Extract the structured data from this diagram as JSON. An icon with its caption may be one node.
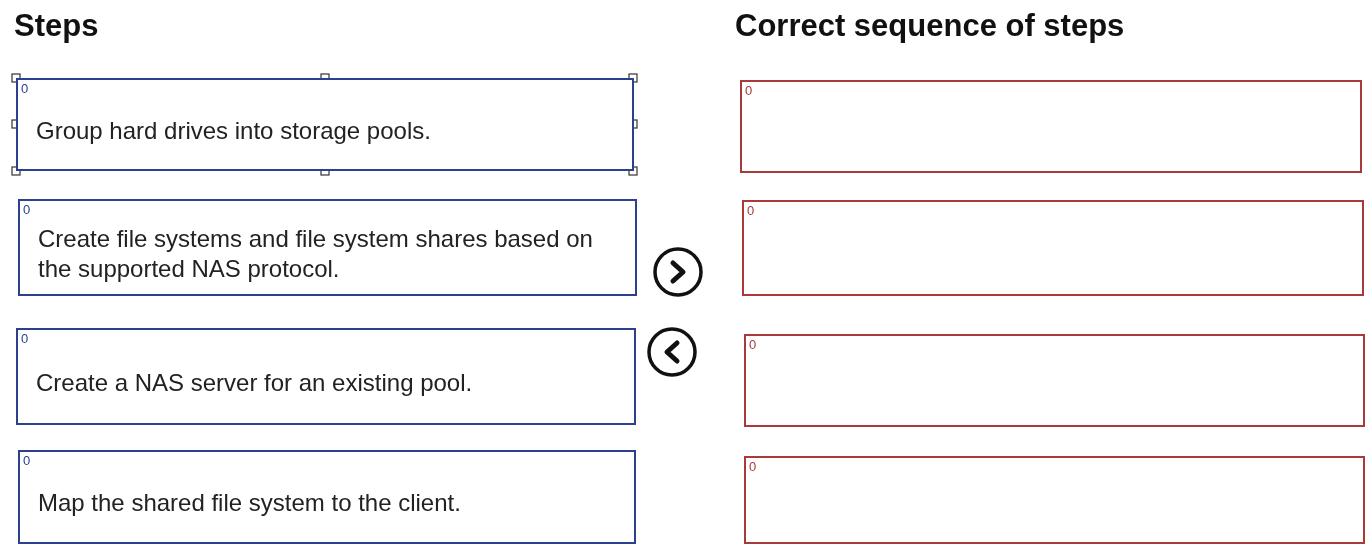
{
  "diagram": {
    "nodes": [
      {
        "text": [
          "0",
          "Group hard drives into storage pools."
        ]
      },
      {
        "text": [
          "0",
          "Create file systems and file system shares based on the supported NAS protocol."
        ]
      },
      {
        "text": [
          "0",
          "Create a NAS server for an existing pool."
        ]
      },
      {
        "text": [
          "0",
          "Map the shared file system to the client."
        ]
      },
      {
        "text": [
          "0"
        ]
      },
      {
        "text": [
          "0"
        ]
      },
      {
        "text": [
          "0"
        ]
      },
      {
        "text": [
          "0"
        ]
      }
    ],
    "labels": [
      "Steps",
      "Correct sequence of steps"
    ]
  }
}
